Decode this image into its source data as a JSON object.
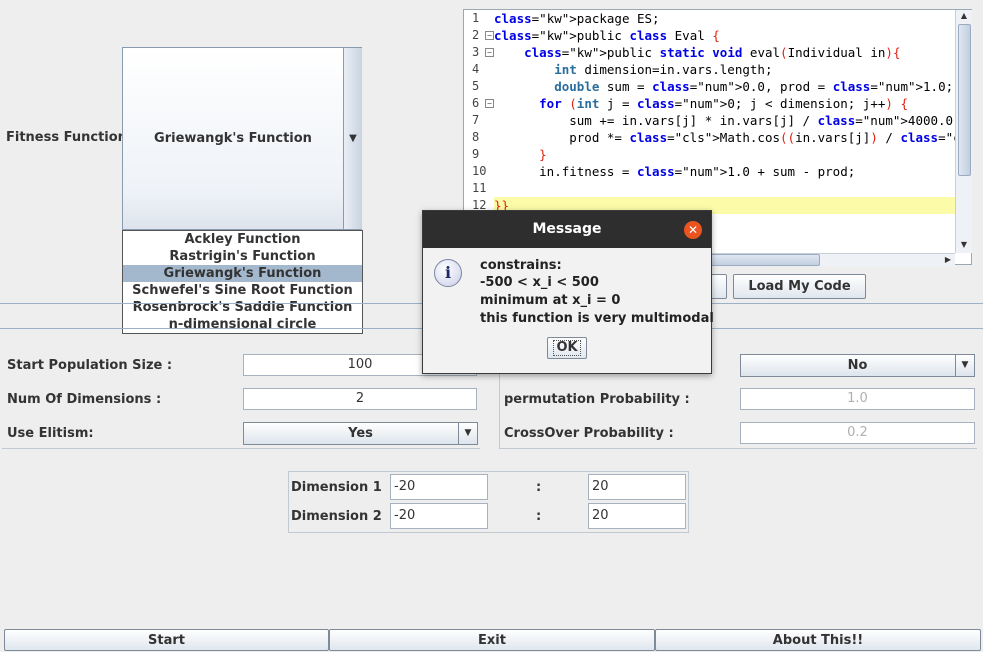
{
  "fitness": {
    "label": "Fitness Function",
    "selected": "Griewangk's Function",
    "options": [
      "Ackley Function",
      "Rastrigin's Function",
      "Griewangk's Function",
      "Schwefel's Sine Root Function",
      "Rosenbrock's Saddle Function",
      "n-dimensional circle"
    ]
  },
  "editor": {
    "lines": [
      {
        "n": "1",
        "text": "package ES;"
      },
      {
        "n": "2",
        "text": "public class Eval {"
      },
      {
        "n": "3",
        "text": "    public static void eval(Individual in){"
      },
      {
        "n": "4",
        "text": "        int dimension=in.vars.length;"
      },
      {
        "n": "5",
        "text": "        double sum = 0.0, prod = 1.0;"
      },
      {
        "n": "6",
        "text": "      for (int j = 0; j < dimension; j++) {"
      },
      {
        "n": "7",
        "text": "          sum += in.vars[j] * in.vars[j] / 4000.0;"
      },
      {
        "n": "8",
        "text": "          prod *= Math.cos((in.vars[j]) / Math.sqrt(j +"
      },
      {
        "n": "9",
        "text": "      }"
      },
      {
        "n": "10",
        "text": "      in.fitness = 1.0 + sum - prod;"
      },
      {
        "n": "11",
        "text": ""
      },
      {
        "n": "12",
        "text": "}}"
      }
    ]
  },
  "buttons": {
    "load_code": "Load My Code",
    "start": "Start",
    "exit": "Exit",
    "about": "About This!!"
  },
  "params": {
    "start_pop_label": "Start Population Size :",
    "start_pop_value": "100",
    "num_dims_label": "Num Of Dimensions :",
    "num_dims_value": "2",
    "elitism_label": "Use Elitism:",
    "elitism_value": "Yes",
    "right_combo_value": "No",
    "perm_label": "permutation Probability :",
    "perm_value": "1.0",
    "crossover_label": "CrossOver Probability :",
    "crossover_value": "0.2"
  },
  "dimensions": [
    {
      "label": "Dimension 1",
      "min": "-20",
      "sep": ":",
      "max": "20"
    },
    {
      "label": "Dimension 2",
      "min": "-20",
      "sep": ":",
      "max": "20"
    }
  ],
  "dialog": {
    "title": "Message",
    "icon": "info-icon",
    "lines": [
      "constrains:",
      "-500 < x_i < 500",
      "minimum at x_i = 0",
      "this function is very multimodal"
    ],
    "ok": "OK"
  },
  "colors": {
    "dialog_titlebar": "#2e2e2e",
    "close_button": "#e95420",
    "editor_highlight": "#fbfba8",
    "dropdown_selected": "#a3b8cc"
  }
}
